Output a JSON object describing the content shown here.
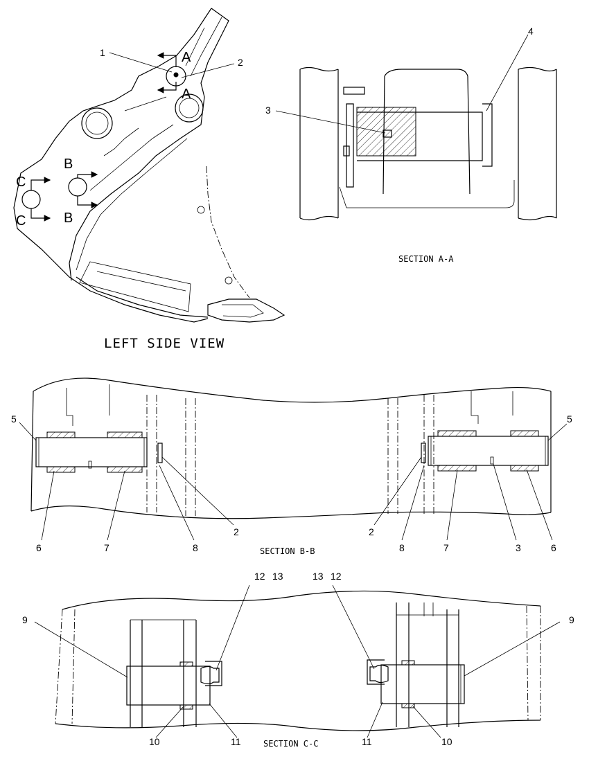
{
  "titles": {
    "left_side_view": "LEFT SIDE VIEW",
    "section_a": "SECTION A-A",
    "section_b": "SECTION B-B",
    "section_c": "SECTION C-C"
  },
  "view_letters": {
    "a": "A",
    "b": "B",
    "c": "C"
  },
  "callouts": {
    "side_view": [
      "1",
      "2"
    ],
    "section_a": [
      "3",
      "4"
    ],
    "section_b": [
      "5",
      "6",
      "7",
      "8",
      "2",
      "2",
      "8",
      "7",
      "3",
      "6",
      "5"
    ],
    "section_c": [
      "9",
      "10",
      "11",
      "12",
      "13",
      "13",
      "12",
      "11",
      "10",
      "9"
    ]
  },
  "colors": {
    "line": "#000000",
    "background": "#ffffff"
  }
}
